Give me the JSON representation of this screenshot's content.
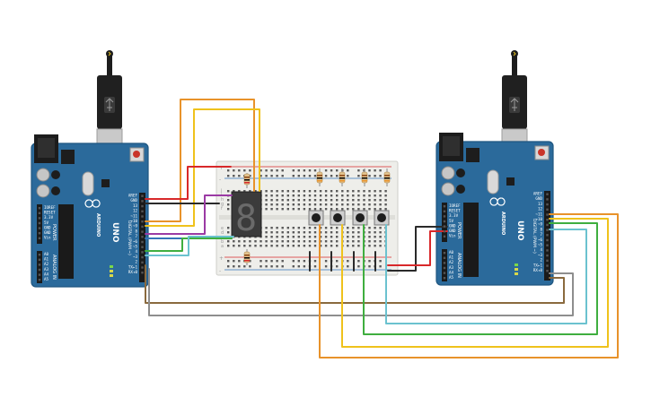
{
  "left_board": {
    "brand": "ARDUINO",
    "model": "UNO",
    "header_labels": [
      "AREF",
      "GND",
      "13",
      "12",
      "~11",
      "~10",
      "~9",
      "8",
      "7",
      "~6",
      "~5",
      "4",
      "~3",
      "2",
      "TX▸1",
      "RX◂0"
    ],
    "power_labels": [
      "IOREF",
      "RESET",
      "3.3V",
      "5V",
      "GND",
      "GND",
      "Vin"
    ],
    "analog_labels": [
      "A0",
      "A1",
      "A2",
      "A3",
      "A4",
      "A5"
    ],
    "power_title": "POWER",
    "analog_title": "ANALOG IN",
    "digital_title": "DIGITAL (PWM ~)"
  },
  "right_board": {
    "brand": "ARDUINO",
    "model": "UNO",
    "header_labels": [
      "AREF",
      "GND",
      "13",
      "12",
      "~11",
      "~10",
      "~9",
      "8",
      "7",
      "~6",
      "~5",
      "4",
      "~3",
      "2",
      "TX▸1",
      "RX◂0"
    ],
    "power_labels": [
      "IOREF",
      "RESET",
      "3.3V",
      "5V",
      "GND",
      "GND",
      "Vin"
    ],
    "analog_labels": [
      "A0",
      "A1",
      "A2",
      "A3",
      "A4",
      "A5"
    ],
    "power_title": "POWER",
    "analog_title": "ANALOG IN",
    "digital_title": "DIGITAL (PWM ~)"
  },
  "breadboard": {
    "row_letters_top": [
      "j",
      "i",
      "h",
      "g",
      "f"
    ],
    "row_letters_bottom": [
      "e",
      "d",
      "c",
      "b",
      "a"
    ],
    "rail_signs": [
      "+",
      "-",
      "+",
      "-"
    ]
  },
  "display": {
    "digit": "8"
  },
  "colors": {
    "board": "#2b6a9b",
    "board_edge": "#1f5680",
    "breadboard": "#eeeeea",
    "wire_orange": "#e8922a",
    "wire_yellow": "#efc21c",
    "wire_red": "#d8282a",
    "wire_black": "#2a2a2a",
    "wire_purple": "#9b3aa4",
    "wire_green": "#3fae3f",
    "wire_cyan": "#6bc2cf",
    "wire_brown": "#8a6a3e",
    "wire_gray": "#8e8e8e",
    "wire_blue": "#3573b9"
  }
}
